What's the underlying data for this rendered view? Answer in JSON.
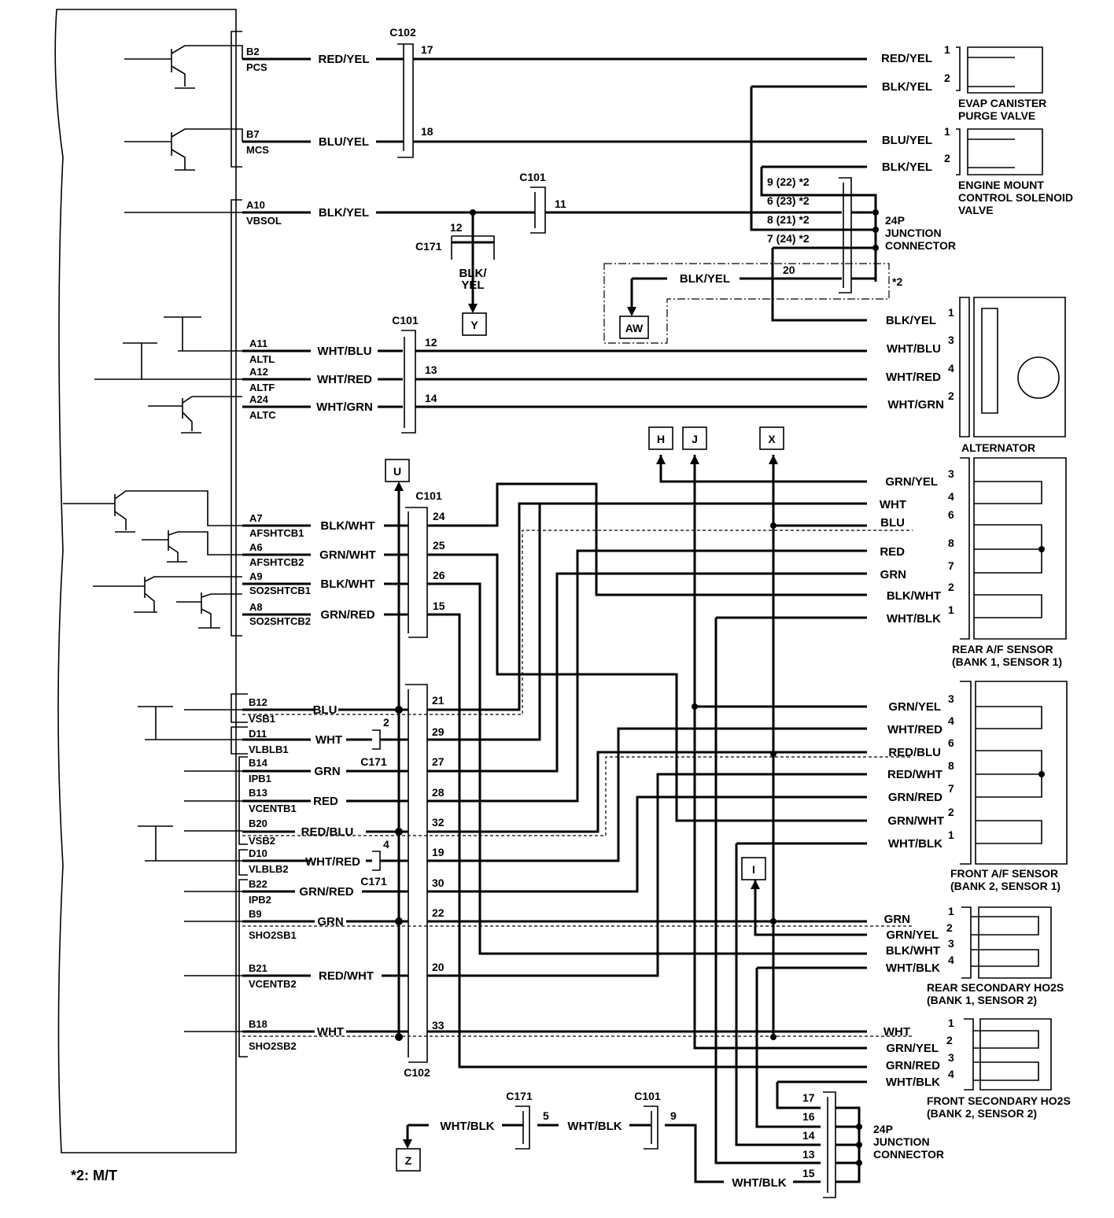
{
  "ecm_pins": [
    {
      "pin": "B2",
      "name": "PCS",
      "wire": "RED/YEL"
    },
    {
      "pin": "B7",
      "name": "MCS",
      "wire": "BLU/YEL"
    },
    {
      "pin": "A10",
      "name": "VBSOL",
      "wire": "BLK/YEL"
    },
    {
      "pin": "A11",
      "name": "ALTL",
      "wire": "WHT/BLU"
    },
    {
      "pin": "A12",
      "name": "ALTF",
      "wire": "WHT/RED"
    },
    {
      "pin": "A24",
      "name": "ALTC",
      "wire": "WHT/GRN"
    },
    {
      "pin": "A7",
      "name": "AFSHTCB1",
      "wire": "BLK/WHT"
    },
    {
      "pin": "A6",
      "name": "AFSHTCB2",
      "wire": "GRN/WHT"
    },
    {
      "pin": "A9",
      "name": "SO2SHTCB1",
      "wire": "BLK/WHT"
    },
    {
      "pin": "A8",
      "name": "SO2SHTCB2",
      "wire": "GRN/RED"
    },
    {
      "pin": "B12",
      "name": "VSB1",
      "wire": "BLU"
    },
    {
      "pin": "D11",
      "name": "VLBLB1",
      "wire": "WHT"
    },
    {
      "pin": "B14",
      "name": "IPB1",
      "wire": "GRN"
    },
    {
      "pin": "B13",
      "name": "VCENTB1",
      "wire": "RED"
    },
    {
      "pin": "B20",
      "name": "VSB2",
      "wire": "RED/BLU"
    },
    {
      "pin": "D10",
      "name": "VLBLB2",
      "wire": "WHT/RED"
    },
    {
      "pin": "B22",
      "name": "IPB2",
      "wire": "GRN/RED"
    },
    {
      "pin": "B9",
      "name": "SHO2SB1",
      "wire": "GRN"
    },
    {
      "pin": "B21",
      "name": "VCENTB2",
      "wire": "RED/WHT"
    },
    {
      "pin": "B18",
      "name": "SHO2SB2",
      "wire": "WHT"
    }
  ],
  "connectors": {
    "c102_top": {
      "label": "C102",
      "pins": [
        "17",
        "18"
      ]
    },
    "c101_vbsol": {
      "label": "C101",
      "pin": "11"
    },
    "c171_vbsol": {
      "label": "C171",
      "pin": "12",
      "wire": "BLK/\nYEL"
    },
    "c101_alt": {
      "label": "C101",
      "pins": [
        "12",
        "13",
        "14"
      ]
    },
    "c101_af": {
      "label": "C101",
      "pins": [
        "24",
        "25",
        "26",
        "15"
      ]
    },
    "c102_bottom": {
      "label": "C102",
      "pins": [
        "21",
        "29",
        "27",
        "28",
        "32",
        "19",
        "30",
        "22",
        "20",
        "33"
      ]
    },
    "c171_d11": {
      "label": "C171",
      "pin": "2"
    },
    "c171_d10": {
      "label": "C171",
      "pin": "4"
    },
    "c171_z": {
      "label": "C171",
      "pin": "5"
    },
    "c101_z": {
      "label": "C101",
      "pin": "9"
    }
  },
  "jc_top": {
    "label_lines": [
      "24P",
      "JUNCTION",
      "CONNECTOR"
    ],
    "pins": [
      "9 (22) *2",
      "6 (23) *2",
      "8 (21) *2",
      "7 (24) *2",
      "20"
    ],
    "note": "*2",
    "wire": "BLK/YEL"
  },
  "jc_bottom": {
    "label_lines": [
      "24P",
      "JUNCTION",
      "CONNECTOR"
    ],
    "pins": [
      "17",
      "16",
      "14",
      "13",
      "15"
    ],
    "wire": "WHT/BLK"
  },
  "off_page": [
    "Y",
    "AW",
    "U",
    "H",
    "J",
    "X",
    "I",
    "Z"
  ],
  "components": {
    "evap": {
      "label_lines": [
        "EVAP CANISTER",
        "PURGE VALVE"
      ],
      "pins": [
        {
          "n": "1",
          "wire": "RED/YEL"
        },
        {
          "n": "2",
          "wire": "BLK/YEL"
        }
      ]
    },
    "engine_mount": {
      "label_lines": [
        "ENGINE MOUNT",
        "CONTROL SOLENOID",
        "VALVE"
      ],
      "pins": [
        {
          "n": "1",
          "wire": "BLU/YEL"
        },
        {
          "n": "2",
          "wire": "BLK/YEL"
        }
      ]
    },
    "alternator": {
      "label_lines": [
        "ALTERNATOR"
      ],
      "pins": [
        {
          "n": "1",
          "wire": "BLK/YEL"
        },
        {
          "n": "3",
          "wire": "WHT/BLU"
        },
        {
          "n": "4",
          "wire": "WHT/RED"
        },
        {
          "n": "2",
          "wire": "WHT/GRN"
        }
      ]
    },
    "rear_af": {
      "label_lines": [
        "REAR A/F SENSOR",
        "(BANK 1, SENSOR 1)"
      ],
      "pins": [
        {
          "n": "3",
          "wire": "GRN/YEL"
        },
        {
          "n": "4",
          "wire": "WHT"
        },
        {
          "n": "6",
          "wire": "BLU"
        },
        {
          "n": "8",
          "wire": "RED"
        },
        {
          "n": "7",
          "wire": "GRN"
        },
        {
          "n": "2",
          "wire": "BLK/WHT"
        },
        {
          "n": "1",
          "wire": "WHT/BLK"
        }
      ]
    },
    "front_af": {
      "label_lines": [
        "FRONT A/F SENSOR",
        "(BANK 2, SENSOR 1)"
      ],
      "pins": [
        {
          "n": "3",
          "wire": "GRN/YEL"
        },
        {
          "n": "4",
          "wire": "WHT/RED"
        },
        {
          "n": "6",
          "wire": "RED/BLU"
        },
        {
          "n": "8",
          "wire": "RED/WHT"
        },
        {
          "n": "7",
          "wire": "GRN/RED"
        },
        {
          "n": "2",
          "wire": "GRN/WHT"
        },
        {
          "n": "1",
          "wire": "WHT/BLK"
        }
      ]
    },
    "rear_ho2s": {
      "label_lines": [
        "REAR SECONDARY HO2S",
        "(BANK 1, SENSOR 2)"
      ],
      "pins": [
        {
          "n": "1",
          "wire": "GRN"
        },
        {
          "n": "2",
          "wire": "GRN/YEL"
        },
        {
          "n": "3",
          "wire": "BLK/WHT"
        },
        {
          "n": "4",
          "wire": "WHT/BLK"
        }
      ]
    },
    "front_ho2s": {
      "label_lines": [
        "FRONT SECONDARY HO2S",
        "(BANK 2, SENSOR 2)"
      ],
      "pins": [
        {
          "n": "1",
          "wire": "WHT"
        },
        {
          "n": "2",
          "wire": "GRN/YEL"
        },
        {
          "n": "3",
          "wire": "GRN/RED"
        },
        {
          "n": "4",
          "wire": "WHT/BLK"
        }
      ]
    }
  },
  "z_wires": [
    "WHT/BLK",
    "WHT/BLK"
  ],
  "footnote": "*2: M/T"
}
